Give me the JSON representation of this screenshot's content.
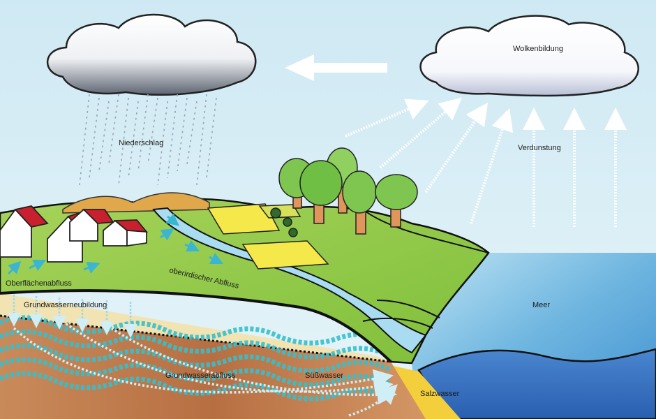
{
  "labels": {
    "niederschlag": "Niederschlag",
    "wolkenbildung": "Wolkenbildung",
    "verdunstung": "Verdunstung",
    "oberflaechenabfluss": "Oberflächenabfluss",
    "oberirdischer_abfluss": "oberirdischer Abfluss",
    "grundwasserneubildung": "Grundwasserneubildung",
    "grundwasserabfluss": "Grundwasserabfluss",
    "suesswasser": "Süßwasser",
    "salzwasser": "Salzwasser",
    "meer": "Meer"
  },
  "colors": {
    "sky": "#d6edf6",
    "grass": "#8cc63f",
    "sea": "#3f8fd0",
    "soil": "#c07a4a",
    "sand": "#f2e3b3",
    "groundwater": "#35c0cf"
  }
}
